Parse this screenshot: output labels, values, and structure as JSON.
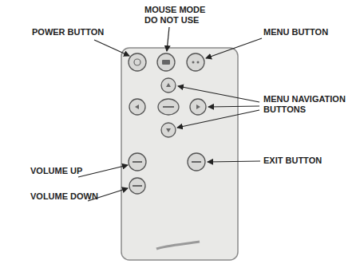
{
  "diagram": {
    "labels": [
      "MOUSE MODE DO NOT USE",
      "POWER BUTTON",
      "MENU BUTTON",
      "MENU NAVIGATION BUTTONS",
      "EXIT BUTTON",
      "VOLUME UP",
      "VOLUME DOWN"
    ]
  }
}
